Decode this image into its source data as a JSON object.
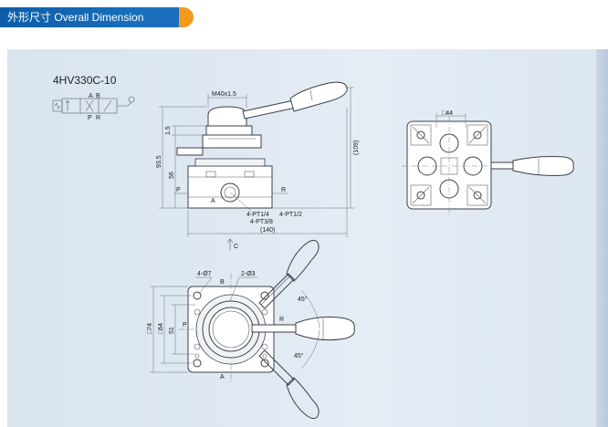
{
  "header": {
    "title": "外形尺寸 Overall Dimension"
  },
  "model": "4HV330C-10",
  "front_view": {
    "thread": "M40x1.5",
    "dim_1_5": "1.5",
    "dim_93_5": "93.5",
    "dim_56": "56",
    "dim_109": "(109)",
    "dim_140": "(140)",
    "port_p": "P",
    "port_r": "R",
    "port_a": "A",
    "port_note_1": "4-PT1/4",
    "port_note_2": "4-PT1/2",
    "port_note_3": "4-PT3/8",
    "view_arrow": "C"
  },
  "side_view": {
    "dim_44": "□44"
  },
  "top_view": {
    "hole_1": "4-Ø7",
    "hole_2": "2-Ø3",
    "port_b": "B",
    "port_a": "A",
    "port_p": "P",
    "port_r": "R",
    "dim_74": "□74",
    "dim_64": "□64",
    "dim_51": "51",
    "angle_top": "45°",
    "angle_bottom": "45°"
  },
  "symbol": {
    "a": "A",
    "b": "B",
    "p": "P",
    "r": "R"
  },
  "colors": {
    "header_blue": "#1a70bd",
    "header_orange": "#f39a1e",
    "panel": "#e0e9f2"
  }
}
